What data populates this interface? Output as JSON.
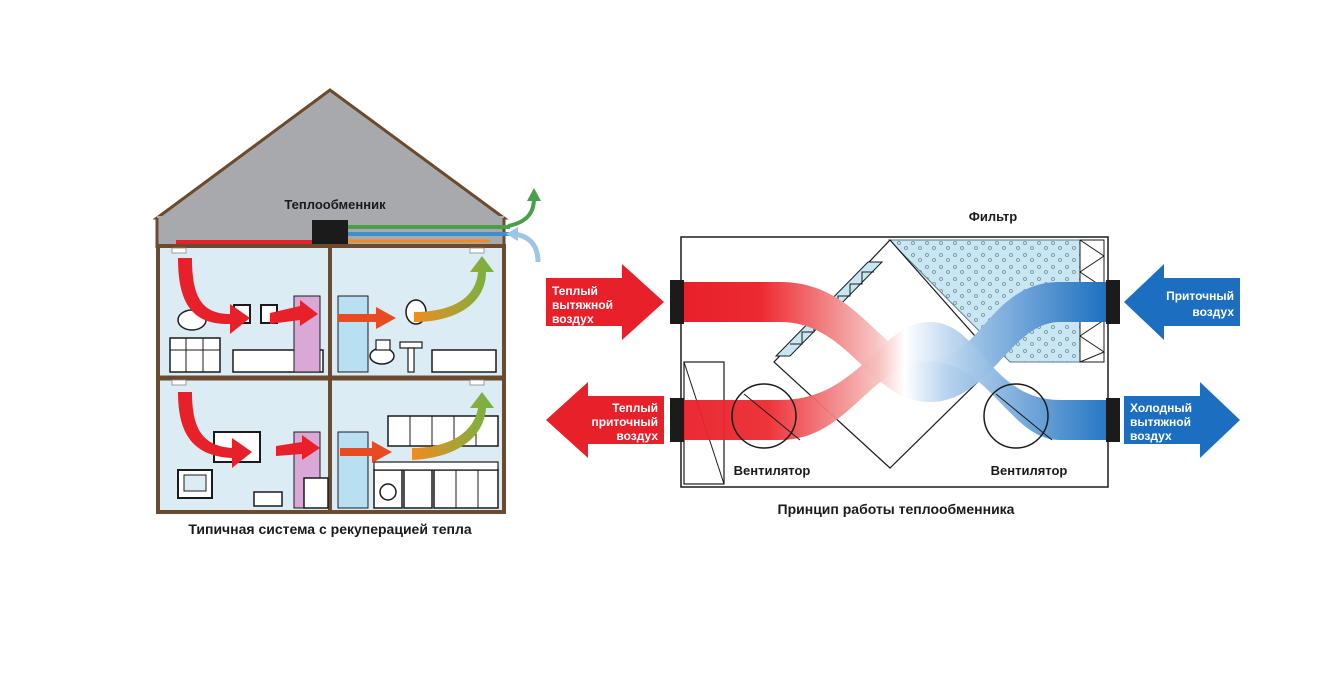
{
  "house": {
    "exchanger_label": "Теплообменник",
    "caption": "Типичная система с рекуперацией тепла"
  },
  "exchanger": {
    "filter_label": "Фильтр",
    "fan_left_label": "Вентилятор",
    "fan_right_label": "Вентилятор",
    "caption": "Принцип работы теплообменника",
    "arrows": {
      "warm_exhaust": [
        "Теплый",
        "вытяжной",
        "воздух"
      ],
      "warm_supply": [
        "Теплый",
        "приточный",
        "воздух"
      ],
      "supply": [
        "Приточный",
        "воздух"
      ],
      "cold_exhaust": [
        "Холодный",
        "вытяжной",
        "воздух"
      ]
    }
  },
  "colors": {
    "warm": "#e8202a",
    "cold": "#1c6fc0",
    "roof": "#a7a9ac",
    "wall": "#6b4a2e",
    "room": "#dcecf4"
  }
}
